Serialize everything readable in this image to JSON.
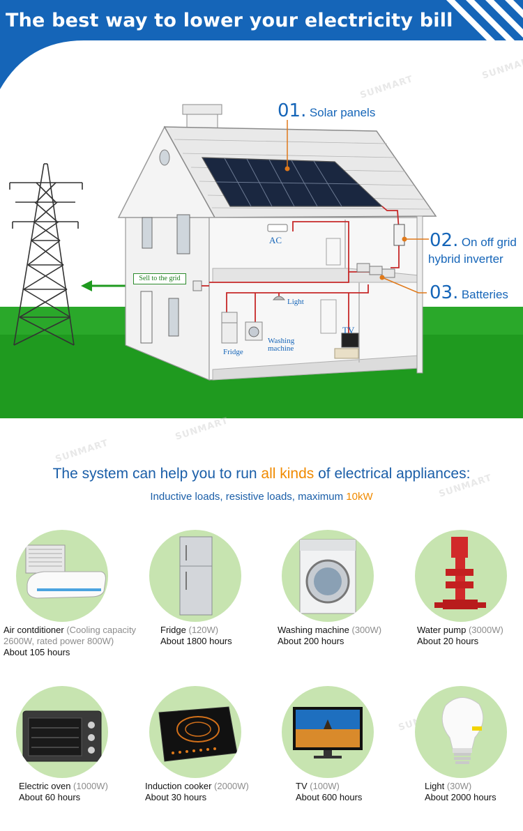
{
  "header": {
    "title": "The best way to lower your electricity bill"
  },
  "diagram": {
    "callout_1_num": "01.",
    "callout_1_text": "Solar panels",
    "callout_2_num": "02.",
    "callout_2_text_a": "On off grid",
    "callout_2_text_b": "hybrid inverter",
    "callout_3_num": "03.",
    "callout_3_text": "Batteries",
    "label_ac": "AC",
    "label_light": "Light",
    "label_tv": "TV",
    "label_fridge": "Fridge",
    "label_washing_a": "Washing",
    "label_washing_b": "machine",
    "sell_label": "Sell to the grid"
  },
  "watermark": "SUNMART",
  "headline": {
    "pre": "The system can help you to run ",
    "accent": "all kinds",
    "post": " of electrical appliances:"
  },
  "subline": {
    "pre": "Inductive loads, resistive loads, maximum ",
    "accent": "10kW"
  },
  "appliances": [
    {
      "name": "Air contditioner",
      "watt": "(Cooling capacity",
      "watt2": "2600W, rated power 800W)",
      "hours": "About 105 hours",
      "icon": "air-conditioner"
    },
    {
      "name": "Fridge",
      "watt": "(120W)",
      "hours": "About 1800 hours",
      "icon": "fridge"
    },
    {
      "name": "Washing machine",
      "watt": "(300W)",
      "hours": "About 200 hours",
      "icon": "washing-machine"
    },
    {
      "name": "Water pump",
      "watt": "(3000W)",
      "hours": "About 20 hours",
      "icon": "water-pump"
    },
    {
      "name": "Electric oven",
      "watt": "(1000W)",
      "hours": "About 60 hours",
      "icon": "electric-oven"
    },
    {
      "name": "Induction cooker",
      "watt": "(2000W)",
      "hours": "About 30 hours",
      "icon": "induction-cooker"
    },
    {
      "name": "TV",
      "watt": "(100W)",
      "hours": "About 600 hours",
      "icon": "tv"
    },
    {
      "name": "Light",
      "watt": "(30W)",
      "hours": "About 2000 hours",
      "icon": "light-bulb"
    }
  ],
  "colors": {
    "brand_blue": "#1565b8",
    "accent_orange": "#f08a00",
    "grass_green": "#1f9a1f",
    "circle_green": "#c7e4b0"
  }
}
